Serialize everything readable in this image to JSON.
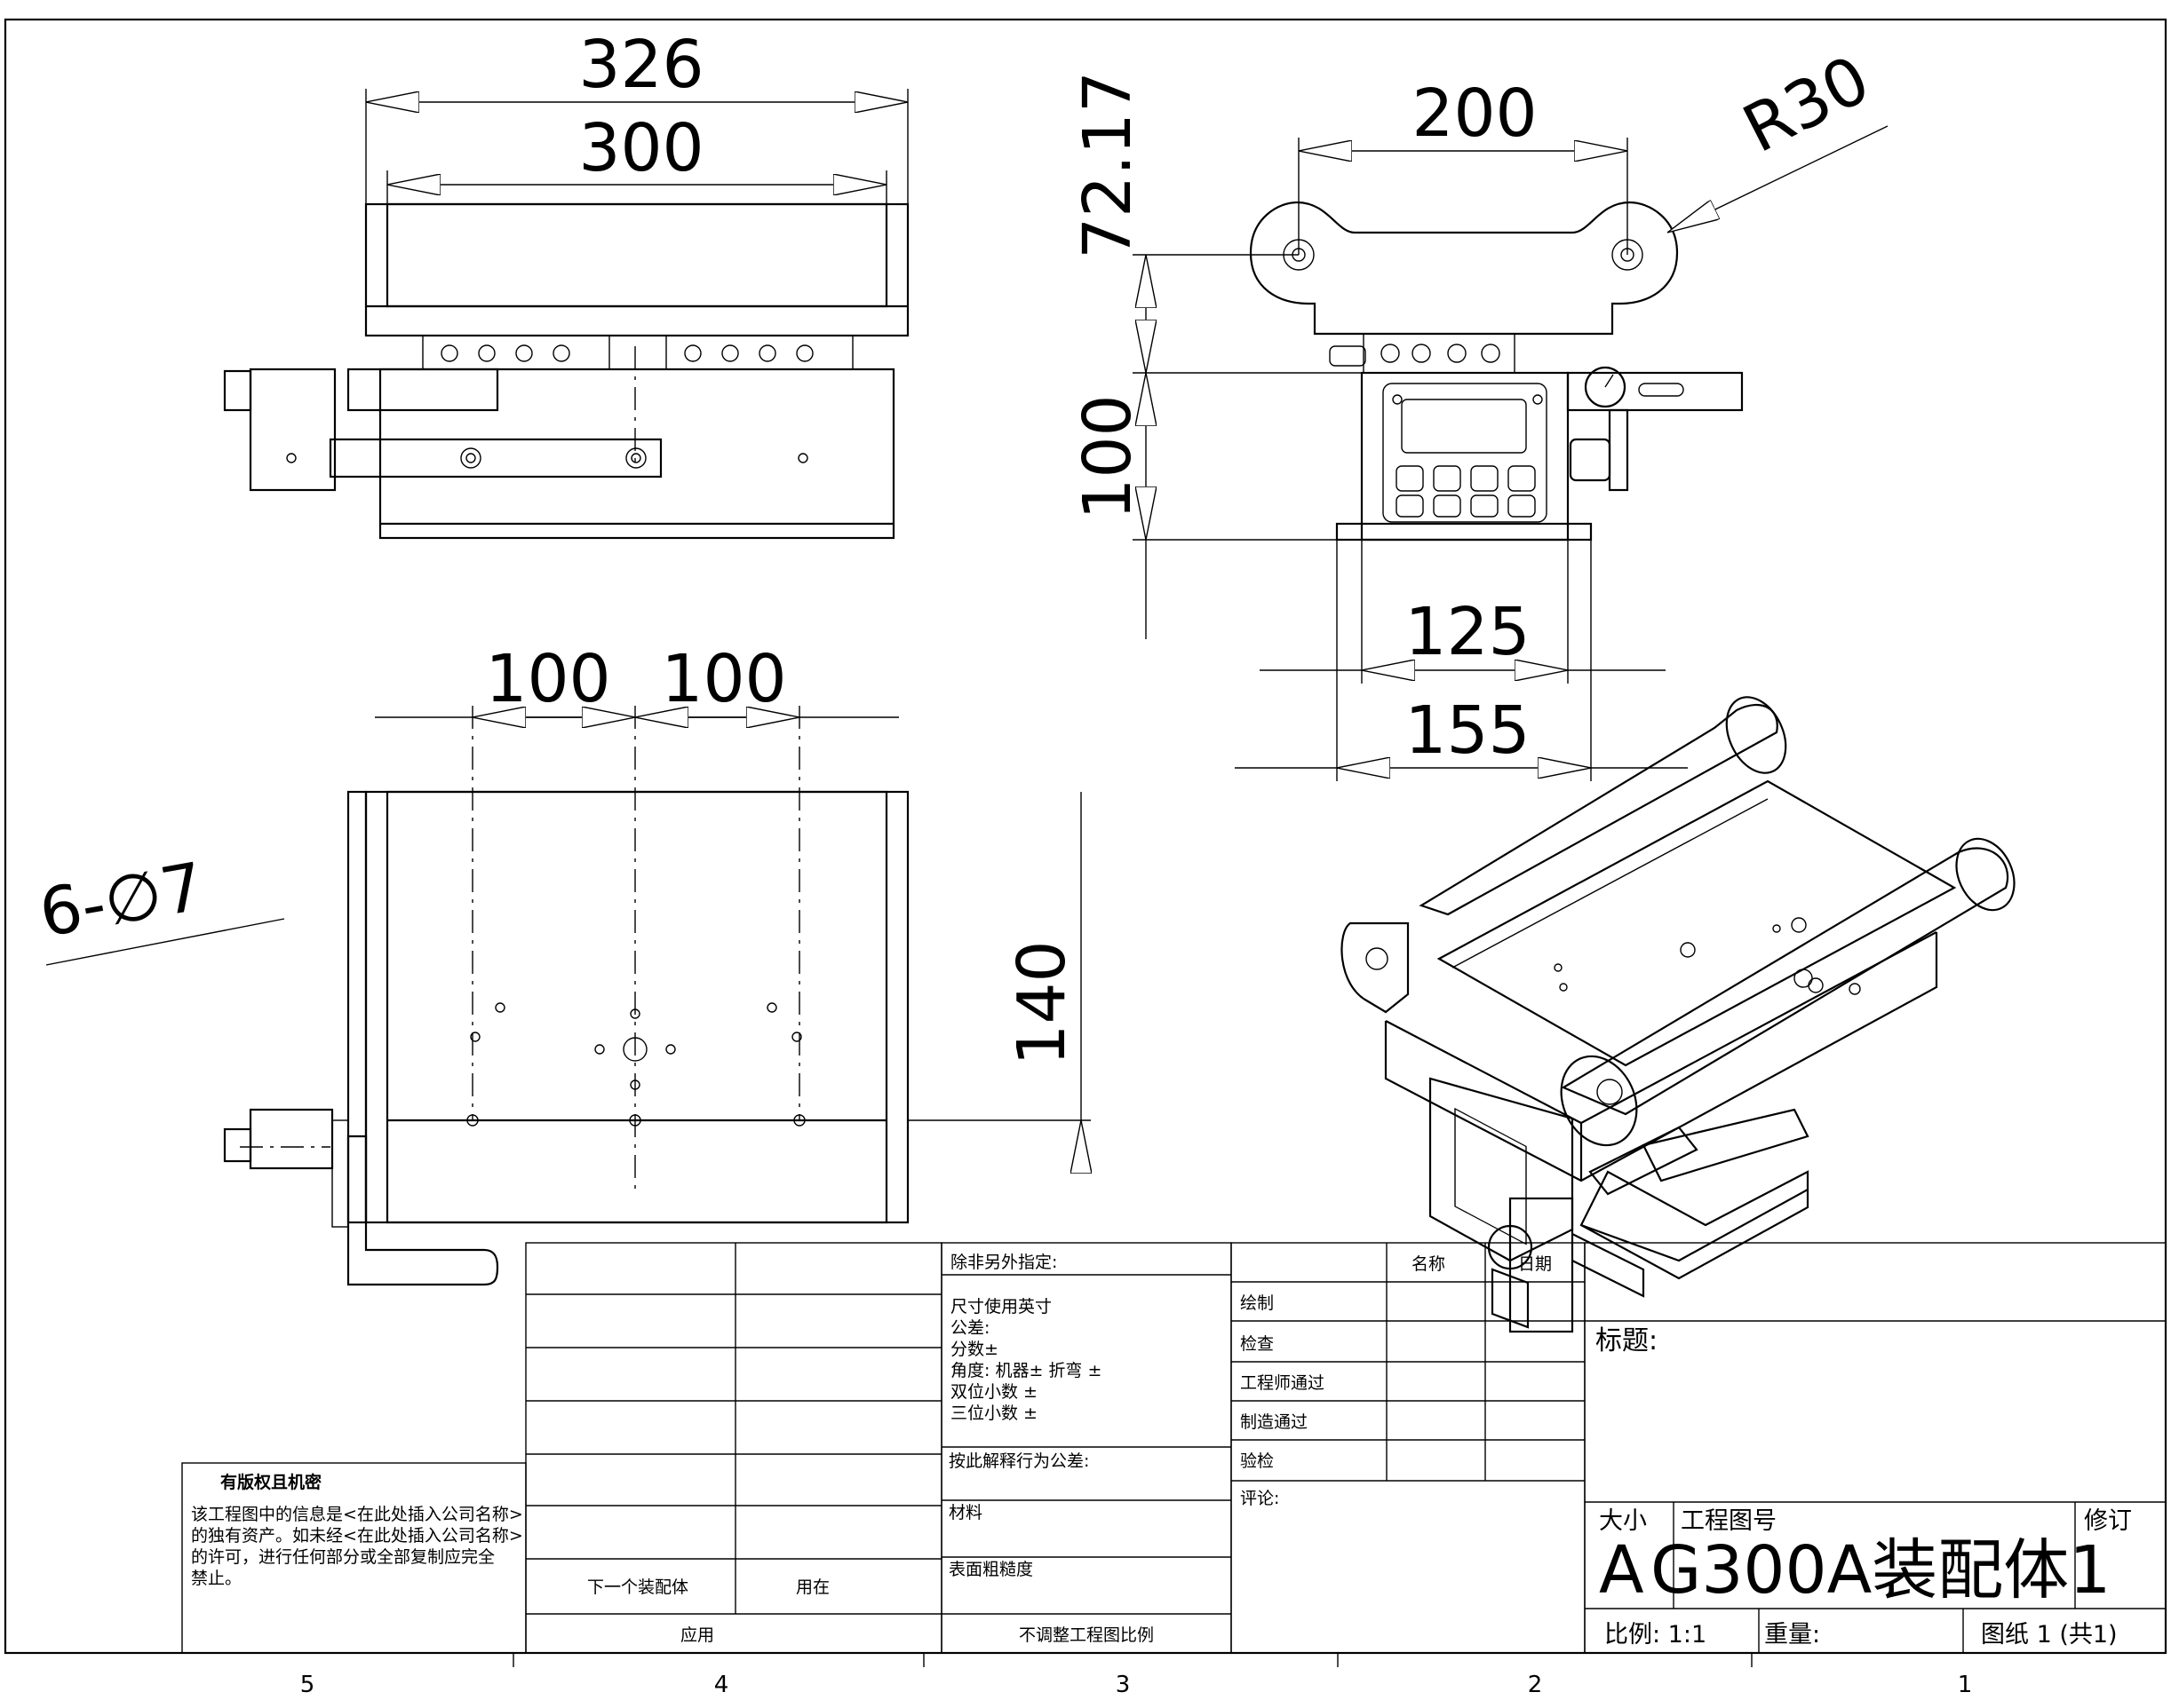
{
  "dimensions": {
    "top_outer_width": "326",
    "top_inner_width": "300",
    "roller_spacing": "200",
    "roller_radius": "R30",
    "roller_center_height": "72.17",
    "unit_height": "100",
    "base_inner_width": "125",
    "base_outer_width": "155",
    "hole_spacing_left": "100",
    "hole_spacing_right": "100",
    "hole_callout": "6-∅7",
    "depth": "140"
  },
  "title_block": {
    "unless_specified": "除非另外指定:",
    "dims_in": "尺寸使用英寸",
    "tolerance": "公差:",
    "fraction": "分数±",
    "angle": "角度: 机器±    折弯 ±",
    "two_decimal": "双位小数   ±",
    "three_decimal": "三位小数  ±",
    "interpret": "按此解释行为公差:",
    "material": "材料",
    "finish": "表面粗糙度",
    "no_scale": "不调整工程图比例",
    "next_assy": "下一个装配体",
    "used_on": "用在",
    "application": "应用",
    "col_name": "名称",
    "col_date": "日期",
    "drawn": "绘制",
    "checked": "检查",
    "eng_appr": "工程师通过",
    "mfg_appr": "制造通过",
    "qa": "验检",
    "comments": "评论:",
    "title_label": "标题:",
    "size_label": "大小",
    "dwg_no_label": "工程图号",
    "rev_label": "修订",
    "size_value": "A",
    "dwg_no": "G300A装配体1",
    "scale": "比例: 1:1",
    "weight": "重量:",
    "sheet": "图纸 1 (共1)",
    "proprietary_title": "有版权且机密",
    "proprietary_1": "该工程图中的信息是<在此处插入公司名称>",
    "proprietary_2": "的独有资产。如未经<在此处插入公司名称>",
    "proprietary_3": "的许可，进行任何部分或全部复制应完全",
    "proprietary_4": "禁止。"
  },
  "zones": [
    "5",
    "4",
    "3",
    "2",
    "1"
  ]
}
